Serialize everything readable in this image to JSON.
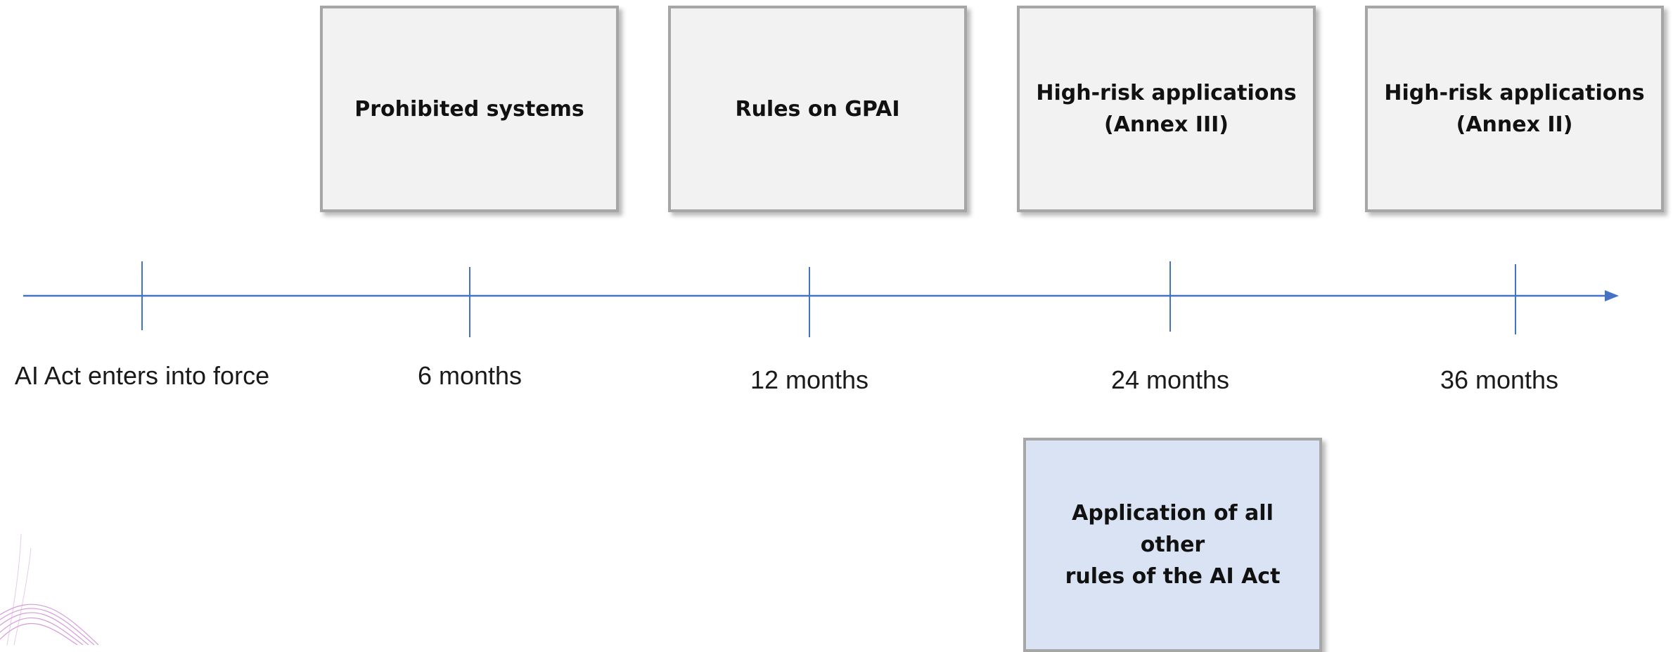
{
  "timeline": {
    "line_color": "#4472c4",
    "milestones": [
      {
        "label": "AI Act enters into force"
      },
      {
        "label": "6 months"
      },
      {
        "label": "12 months"
      },
      {
        "label": "24 months"
      },
      {
        "label": "36 months"
      }
    ]
  },
  "top_boxes": [
    {
      "label": "Prohibited systems"
    },
    {
      "label": "Rules on GPAI"
    },
    {
      "label": "High-risk applications\n(Annex III)"
    },
    {
      "label": "High-risk applications\n(Annex II)"
    }
  ],
  "bottom_box": {
    "label": "Application of all other\nrules of the AI Act",
    "fill_color": "#dae3f3"
  },
  "colors": {
    "box_fill": "#f2f2f2",
    "box_border": "#a6a6a6",
    "decor_accent": "#b24dbd"
  }
}
